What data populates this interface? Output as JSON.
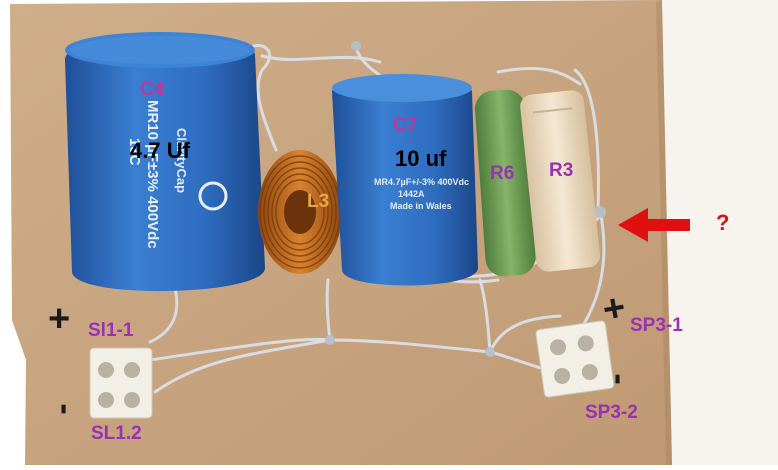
{
  "components": {
    "c4": {
      "label": "C4",
      "value": "4.7 Uf",
      "print": [
        "ClarityCap",
        "MR10 µF±3% 400Vdc",
        "13C"
      ]
    },
    "c7": {
      "label": "C7",
      "value": "10 uf",
      "print": [
        "MR4.7µF+/-3% 400Vdc",
        "1442A",
        "Made in Wales"
      ]
    },
    "l3": {
      "label": "L3"
    },
    "r6": {
      "label": "R6"
    },
    "r3": {
      "label": "R3"
    }
  },
  "terminals": {
    "sl1_1": "Sl1-1",
    "sl1_2": "SL1.2",
    "sp3_1": "SP3-1",
    "sp3_2": "SP3-2"
  },
  "annotation": {
    "question": "?"
  },
  "polarity": {
    "plus": "+",
    "minus": "-"
  },
  "colors": {
    "board": "#c9a883",
    "capacitor_blue": "#2f6fc2",
    "coil_copper": "#c46a1e",
    "r6_green": "#6a9a52",
    "r3_cream": "#ead8bf",
    "arrow_red": "#e01010",
    "label_purple": "#9b30b5"
  }
}
